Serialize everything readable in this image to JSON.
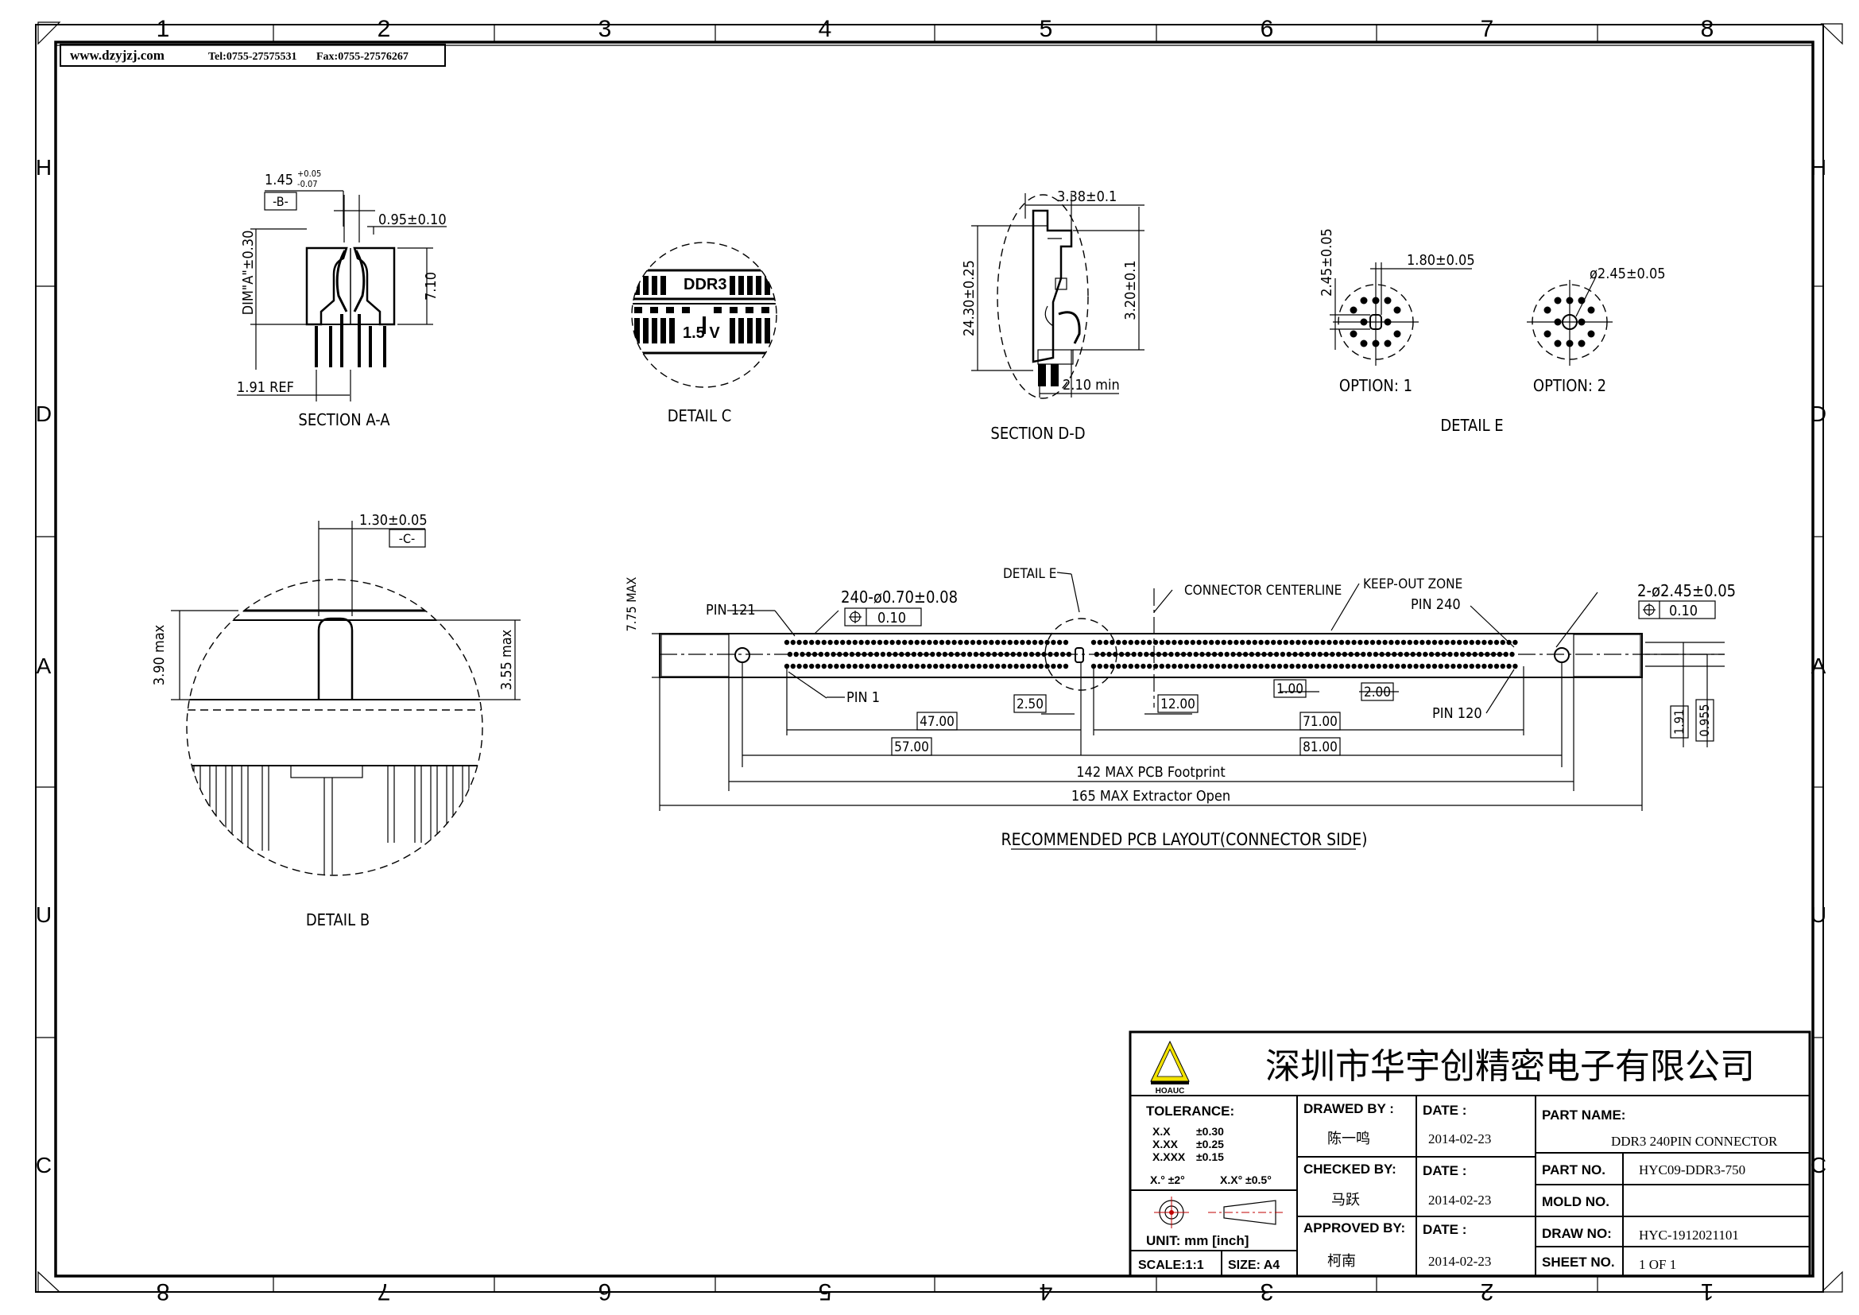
{
  "header": {
    "website": "www.dzyjzj.com",
    "tel": "Tel:0755-27575531",
    "fax": "Fax:0755-27576267"
  },
  "grid": {
    "top_columns": [
      "1",
      "2",
      "3",
      "4",
      "5",
      "6",
      "7",
      "8"
    ],
    "bottom_columns": [
      "8",
      "7",
      "6",
      "5",
      "4",
      "3",
      "2",
      "1"
    ],
    "rows": [
      "H",
      "D",
      "A",
      "U",
      "C"
    ]
  },
  "section_aa": {
    "title": "SECTION A-A",
    "dim_top": "1.45",
    "dim_top_tol_upper": "+0.05",
    "dim_top_tol_lower": "-0.07",
    "datum": "-B-",
    "dim_width": "0.95±0.10",
    "dim_height": "7.10",
    "dim_a": "DIM\"A\"±0.30",
    "dim_ref": "1.91 REF"
  },
  "detail_c": {
    "title": "DETAIL C",
    "label_top": "DDR3",
    "label_bottom": "1.5 V"
  },
  "section_dd": {
    "title": "SECTION D-D",
    "dim_top": "3.38±0.1",
    "dim_height": "24.30±0.25",
    "dim_right": "3.20±0.1",
    "dim_bottom": "2.10 min"
  },
  "detail_e": {
    "title": "DETAIL E",
    "dim_vertical": "2.45±0.05",
    "dim_horizontal": "1.80±0.05",
    "dim_hole": "ø2.45±0.05",
    "option1": "OPTION: 1",
    "option2": "OPTION: 2"
  },
  "detail_b": {
    "title": "DETAIL B",
    "dim_top": "1.30±0.05",
    "datum": "-C-",
    "dim_left": "3.90 max",
    "dim_right": "3.55 max"
  },
  "pcb_layout": {
    "title": "RECOMMENDED PCB LAYOUT(CONNECTOR SIDE)",
    "dim_height": "7.75 MAX",
    "pin121": "PIN 121",
    "pin1": "PIN 1",
    "pin240": "PIN 240",
    "pin120": "PIN 120",
    "holes": "240-ø0.70±0.08",
    "holes_tol": "0.10",
    "detail_e_ref": "DETAIL E",
    "centerline": "CONNECTOR CENTERLINE",
    "keepout": "KEEP-OUT ZONE",
    "mount_holes": "2-ø2.45±0.05",
    "mount_tol": "0.10",
    "dim_250": "2.50",
    "dim_1200": "12.00",
    "dim_100": "1.00",
    "dim_200": "2.00",
    "dim_4700": "47.00",
    "dim_7100": "71.00",
    "dim_5700": "57.00",
    "dim_8100": "81.00",
    "dim_142": "142 MAX PCB Footprint",
    "dim_165": "165 MAX Extractor Open",
    "dim_191": "1.91",
    "dim_0955": "0.955"
  },
  "title_block": {
    "company": "深圳市华宇创精密电子有限公司",
    "logo_text": "HOAUC",
    "tolerance_label": "TOLERANCE:",
    "tol_rows": [
      {
        "k": "X.X",
        "v": "±0.30"
      },
      {
        "k": "X.XX",
        "v": "±0.25"
      },
      {
        "k": "X.XXX",
        "v": "±0.15"
      }
    ],
    "angle_1": "X.° ±2°",
    "angle_2": "X.X° ±0.5°",
    "unit": "UNIT: mm [inch]",
    "scale": "SCALE:1:1",
    "size": "SIZE: A4",
    "drawn_label": "DRAWED BY :",
    "drawn_by": "陈一鸣",
    "checked_label": "CHECKED BY:",
    "checked_by": "马跃",
    "approved_label": "APPROVED BY:",
    "approved_by": "柯南",
    "date_label": "DATE :",
    "date1": "2014-02-23",
    "date2": "2014-02-23",
    "date3": "2014-02-23",
    "part_name_label": "PART NAME:",
    "part_name": "DDR3 240PIN CONNECTOR",
    "part_no_label": "PART NO.",
    "part_no": "HYC09-DDR3-750",
    "mold_no_label": "MOLD NO.",
    "mold_no": "",
    "draw_no_label": "DRAW NO:",
    "draw_no": "HYC-1912021101",
    "sheet_no_label": "SHEET NO.",
    "sheet_no": "1 OF 1"
  }
}
